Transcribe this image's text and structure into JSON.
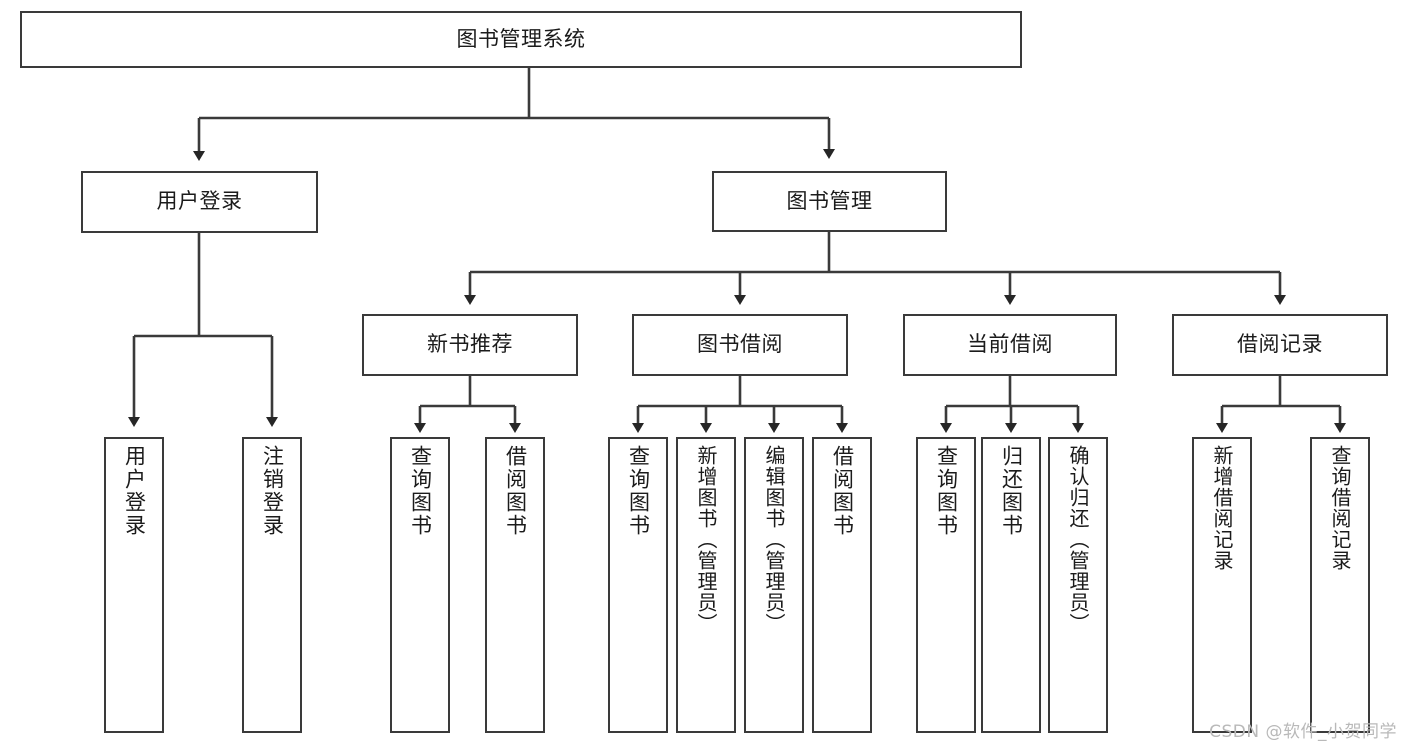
{
  "diagram": {
    "type": "tree-hierarchy-chart",
    "title": "图书管理系统",
    "root": {
      "id": "root",
      "label": "图书管理系统"
    },
    "level2": [
      {
        "id": "user-login",
        "label": "用户登录"
      },
      {
        "id": "book-manage",
        "label": "图书管理"
      }
    ],
    "level3": [
      {
        "id": "new-book-recommend",
        "label": "新书推荐"
      },
      {
        "id": "book-borrow",
        "label": "图书借阅"
      },
      {
        "id": "current-borrow",
        "label": "当前借阅"
      },
      {
        "id": "borrow-record",
        "label": "借阅记录"
      }
    ],
    "leaves": {
      "user_login": [
        {
          "id": "leaf-user-login",
          "label": "用户登录"
        },
        {
          "id": "leaf-logout",
          "label": "注销登录"
        }
      ],
      "new_book_recommend": [
        {
          "id": "leaf-query-book-1",
          "label": "查询图书"
        },
        {
          "id": "leaf-borrow-book-1",
          "label": "借阅图书"
        }
      ],
      "book_borrow": [
        {
          "id": "leaf-query-book-2",
          "label": "查询图书"
        },
        {
          "id": "leaf-add-book",
          "label": "新增图书（管理员）"
        },
        {
          "id": "leaf-edit-book",
          "label": "编辑图书（管理员）"
        },
        {
          "id": "leaf-borrow-book-2",
          "label": "借阅图书"
        }
      ],
      "current_borrow": [
        {
          "id": "leaf-query-book-3",
          "label": "查询图书"
        },
        {
          "id": "leaf-return-book",
          "label": "归还图书"
        },
        {
          "id": "leaf-confirm-return",
          "label": "确认归还（管理员）"
        }
      ],
      "borrow_record": [
        {
          "id": "leaf-add-record",
          "label": "新增借阅记录"
        },
        {
          "id": "leaf-query-record",
          "label": "查询借阅记录"
        }
      ]
    }
  },
  "watermark": {
    "text": "CSDN @软件_小贺同学"
  },
  "colors": {
    "stroke": "#3a3a3a",
    "background": "#ffffff",
    "text": "#1b1b1b",
    "watermark": "#b9b9b9"
  }
}
